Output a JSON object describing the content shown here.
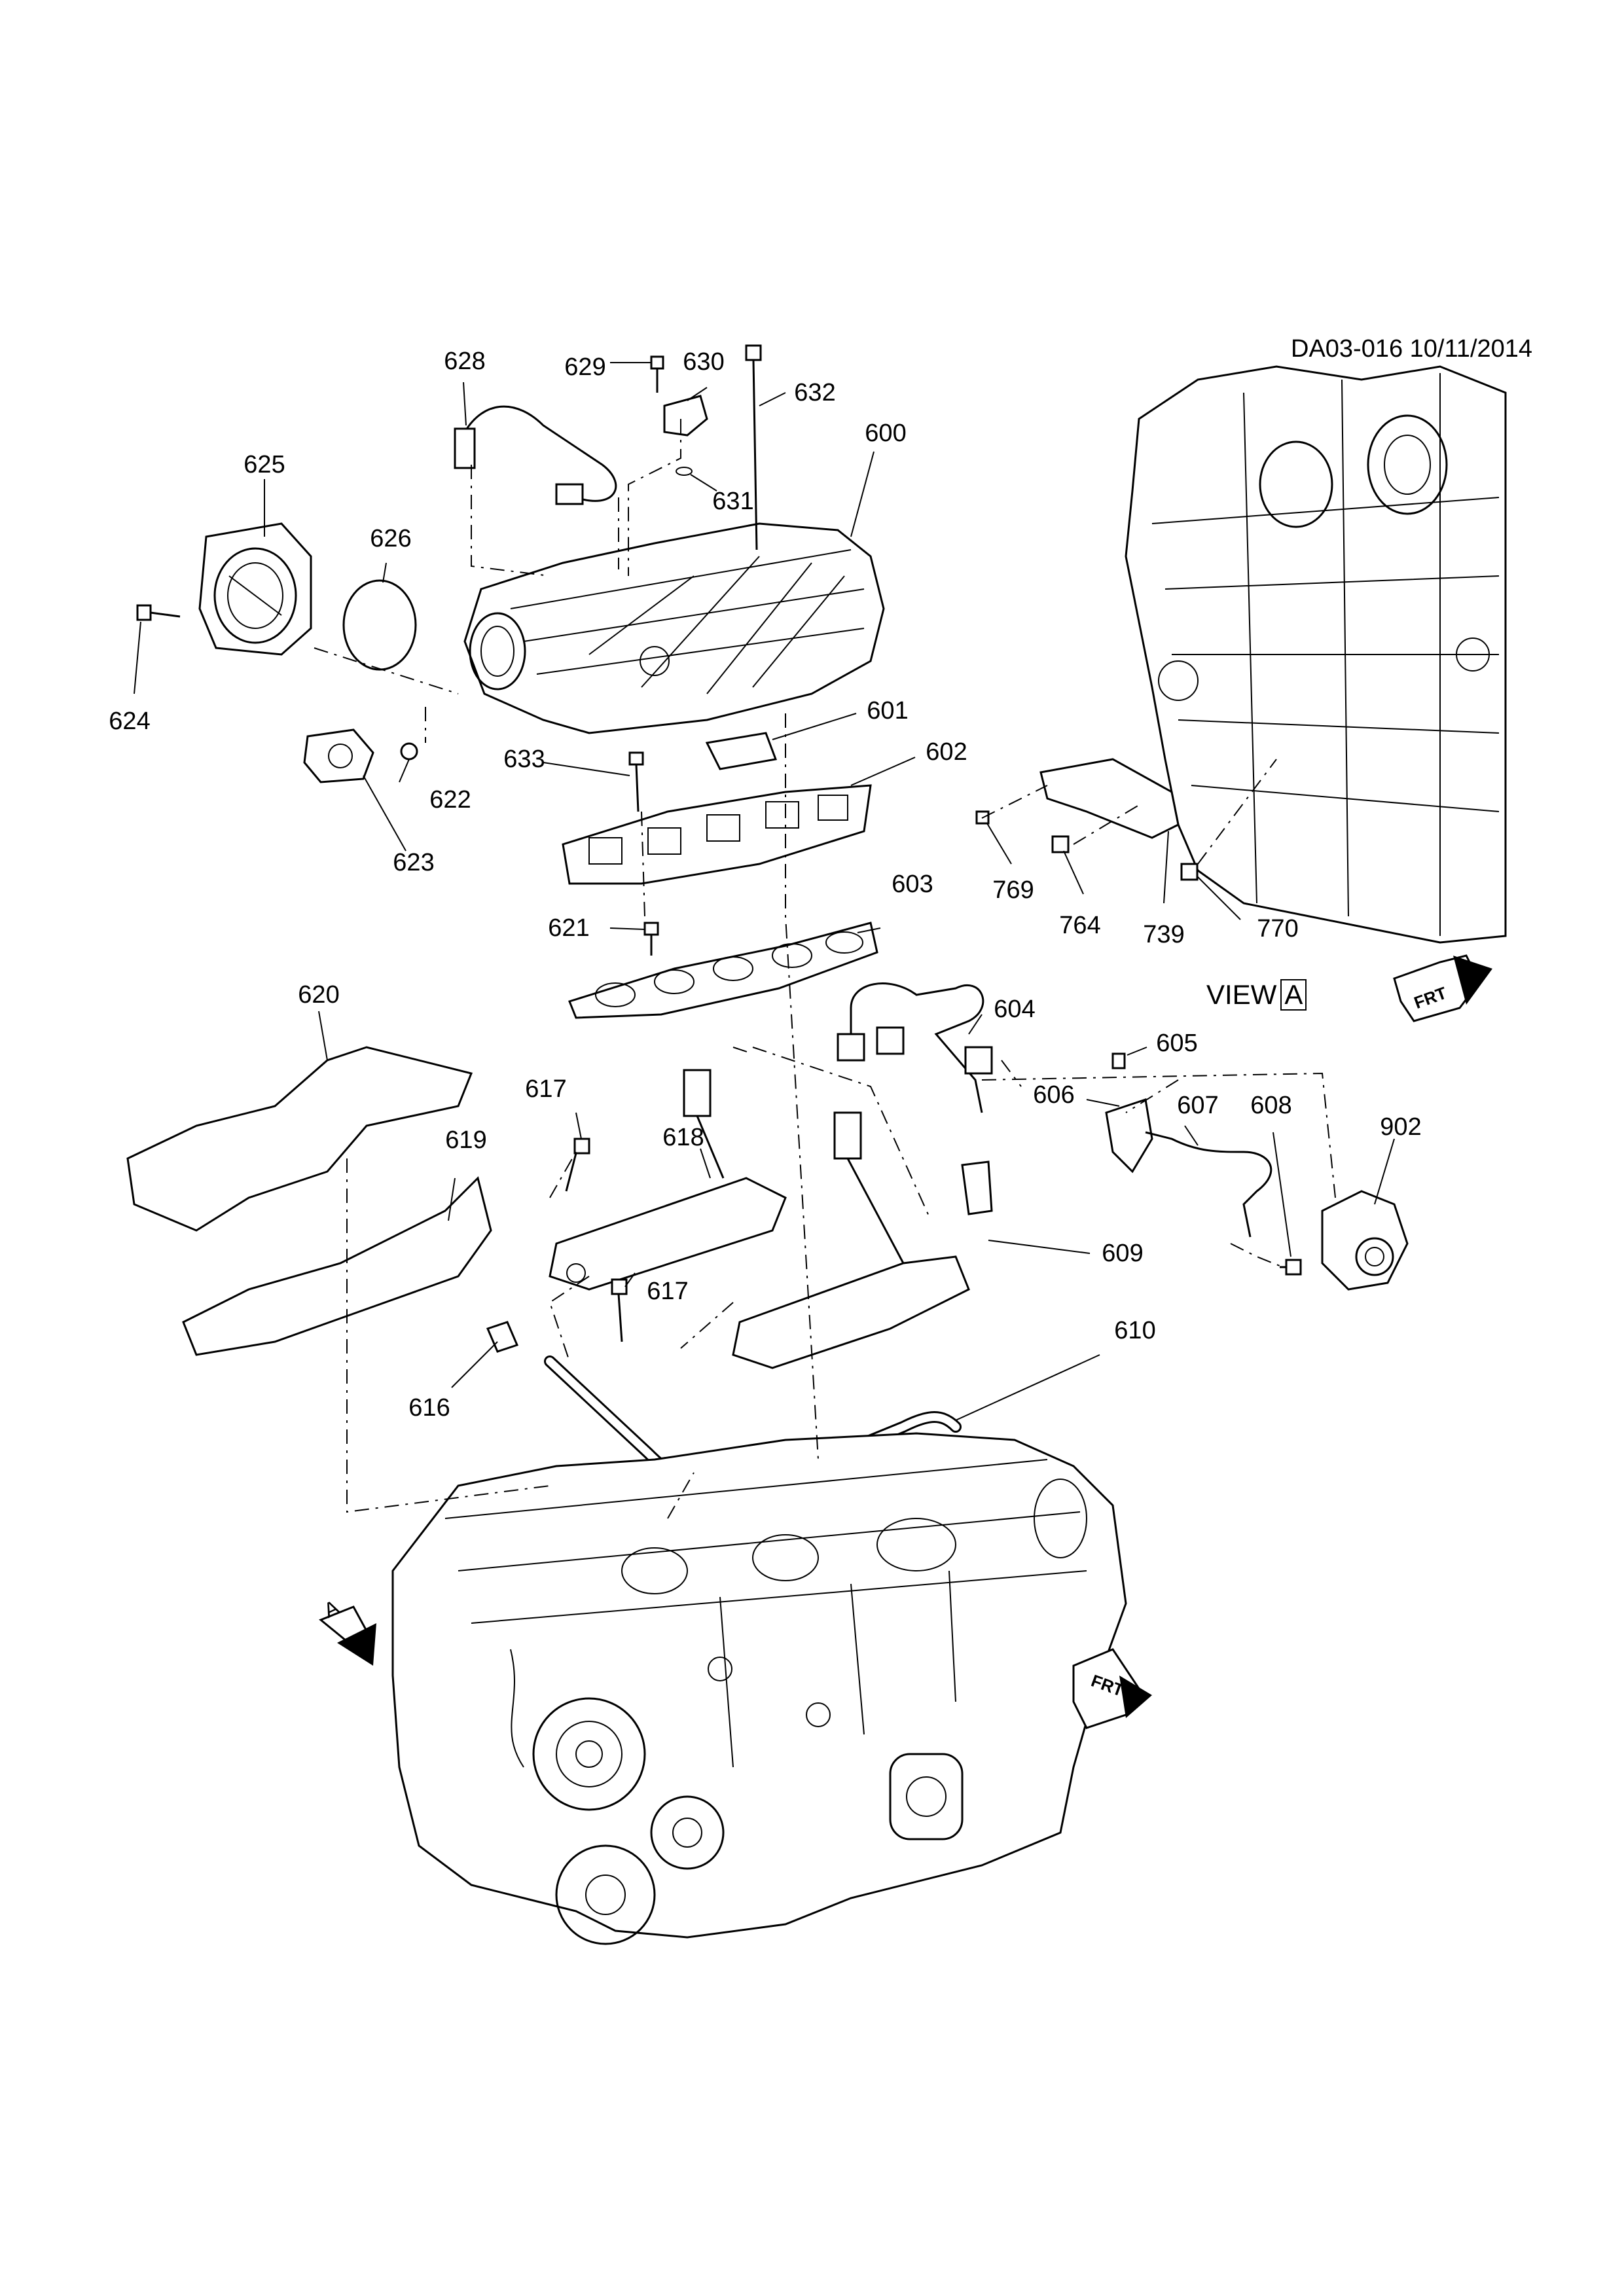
{
  "diagram": {
    "doc_id": "DA03-016 10/11/2014",
    "view_label": "VIEW",
    "view_letter": "A",
    "view_arrow_letter": "A",
    "front_arrow_text": "FRT",
    "callouts": [
      {
        "id": "600",
        "label": "600"
      },
      {
        "id": "601",
        "label": "601"
      },
      {
        "id": "602",
        "label": "602"
      },
      {
        "id": "603",
        "label": "603"
      },
      {
        "id": "604",
        "label": "604"
      },
      {
        "id": "605",
        "label": "605"
      },
      {
        "id": "606",
        "label": "606"
      },
      {
        "id": "607",
        "label": "607"
      },
      {
        "id": "608",
        "label": "608"
      },
      {
        "id": "609",
        "label": "609"
      },
      {
        "id": "610",
        "label": "610"
      },
      {
        "id": "616",
        "label": "616"
      },
      {
        "id": "617a",
        "label": "617"
      },
      {
        "id": "617b",
        "label": "617"
      },
      {
        "id": "618",
        "label": "618"
      },
      {
        "id": "619",
        "label": "619"
      },
      {
        "id": "620",
        "label": "620"
      },
      {
        "id": "621",
        "label": "621"
      },
      {
        "id": "622",
        "label": "622"
      },
      {
        "id": "623",
        "label": "623"
      },
      {
        "id": "624",
        "label": "624"
      },
      {
        "id": "625",
        "label": "625"
      },
      {
        "id": "626",
        "label": "626"
      },
      {
        "id": "628",
        "label": "628"
      },
      {
        "id": "629",
        "label": "629"
      },
      {
        "id": "630",
        "label": "630"
      },
      {
        "id": "631",
        "label": "631"
      },
      {
        "id": "632",
        "label": "632"
      },
      {
        "id": "633",
        "label": "633"
      },
      {
        "id": "739",
        "label": "739"
      },
      {
        "id": "764",
        "label": "764"
      },
      {
        "id": "769",
        "label": "769"
      },
      {
        "id": "770",
        "label": "770"
      },
      {
        "id": "902",
        "label": "902"
      }
    ]
  }
}
